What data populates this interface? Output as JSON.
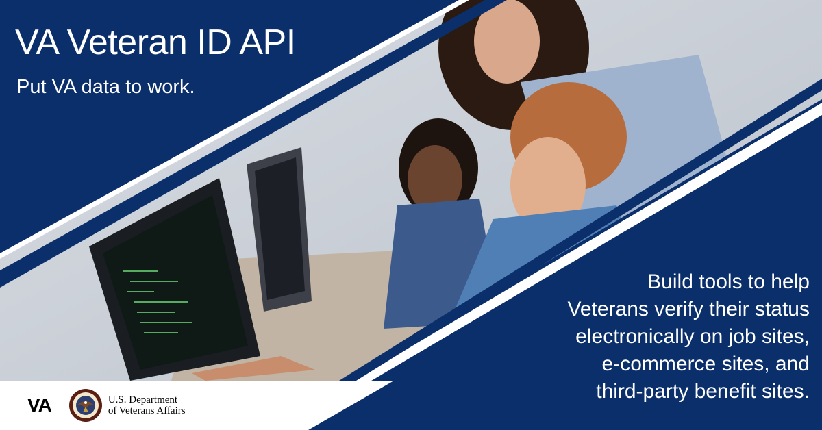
{
  "banner": {
    "title": "VA Veteran ID API",
    "subtitle": "Put VA data to work.",
    "description_lines": [
      "Build tools to help",
      "Veterans verify their status",
      "electronically on job sites,",
      "e-commerce sites, and",
      "third-party benefit sites."
    ]
  },
  "footer": {
    "va_mark": "VA",
    "dept_line1": "U.S. Department",
    "dept_line2": "of Veterans Affairs",
    "seal_icon": "va-seal-icon"
  },
  "colors": {
    "navy": "#0b2f6b",
    "white": "#ffffff"
  }
}
